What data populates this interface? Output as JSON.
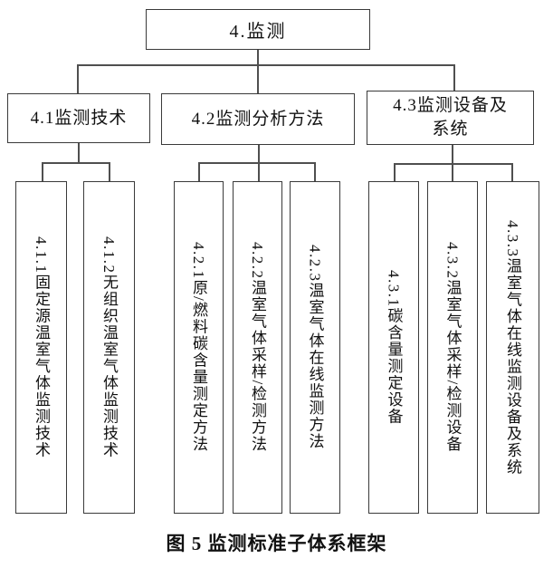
{
  "figure": {
    "caption": "图 5 监测标准子体系框架",
    "type": "tree-diagram",
    "colors": {
      "background": "#ffffff",
      "box_border": "#3a3a3a",
      "connector": "#4f4f4f",
      "text": "#111111"
    }
  },
  "tree": {
    "root": {
      "label": "4.监测"
    },
    "branches": [
      {
        "label": "4.1监测技术",
        "children": [
          {
            "label": "4.1.1固定源温室气体监测技术"
          },
          {
            "label": "4.1.2无组织温室气体监测技术"
          }
        ]
      },
      {
        "label": "4.2监测分析方法",
        "children": [
          {
            "label": "4.2.1原/燃料碳含量测定方法"
          },
          {
            "label": "4.2.2温室气体采样/检测方法"
          },
          {
            "label": "4.2.3温室气体在线监测方法"
          }
        ]
      },
      {
        "label": "4.3监测设备及\n系统",
        "children": [
          {
            "label": "4.3.1碳含量测定设备"
          },
          {
            "label": "4.3.2温室气体采样/检测设备"
          },
          {
            "label": "4.3.3温室气体在线监测设备及系统"
          }
        ]
      }
    ]
  }
}
